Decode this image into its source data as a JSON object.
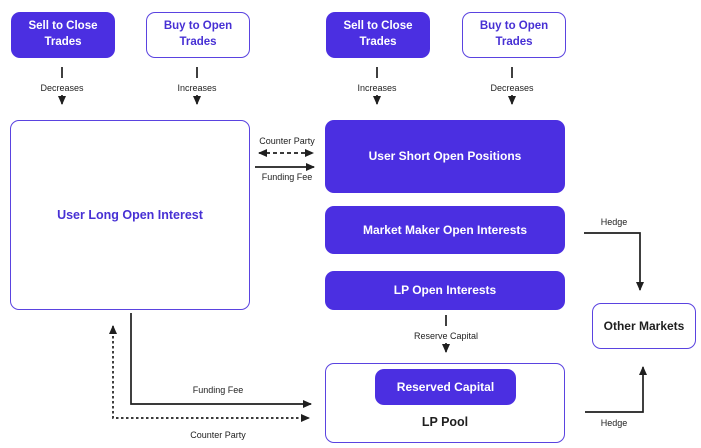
{
  "colors": {
    "purple_fill": "#4B2FE1",
    "purple_border": "#5A43E0",
    "purple_text": "#4730D4",
    "line": "#1F1F1F",
    "background": "#FFFFFF"
  },
  "top_row": [
    {
      "label": "Sell to Close Trades",
      "flow": "Decreases"
    },
    {
      "label": "Buy to Open Trades",
      "flow": "Increases"
    },
    {
      "label": "Sell to Close Trades",
      "flow": "Increases"
    },
    {
      "label": "Buy to Open Trades",
      "flow": "Decreases"
    }
  ],
  "boxes": {
    "user_long": "User Long Open Interest",
    "user_short": "User Short Open Positions",
    "market_maker": "Market Maker Open Interests",
    "lp_open": "LP Open Interests",
    "reserved_capital": "Reserved Capital",
    "lp_pool": "LP Pool",
    "other_markets": "Other Markets"
  },
  "connectors": {
    "counter_party_top": "Counter Party",
    "funding_fee_top": "Funding Fee",
    "reserve_capital": "Reserve Capital",
    "hedge_top": "Hedge",
    "hedge_bottom": "Hedge",
    "funding_fee_bottom": "Funding Fee",
    "counter_party_bottom": "Counter Party"
  }
}
